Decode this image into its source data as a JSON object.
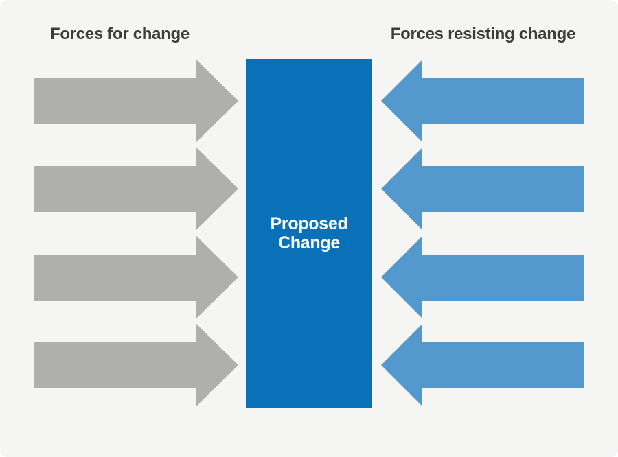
{
  "diagram": {
    "left_section": {
      "title": "Forces for change",
      "arrow_count": 4,
      "arrow_direction": "right"
    },
    "right_section": {
      "title": "Forces resisting change",
      "arrow_count": 4,
      "arrow_direction": "left"
    },
    "center": {
      "label_lines": [
        "Proposed",
        "Change"
      ]
    }
  },
  "colors": {
    "background": "#F5F5F4",
    "heading-text": "#3C3C3B",
    "gray-arrow": "#AFAFAE",
    "blue-arrow": "#5499CE",
    "center-box": "#0A70B8",
    "center-text": "#FFFFFF"
  }
}
